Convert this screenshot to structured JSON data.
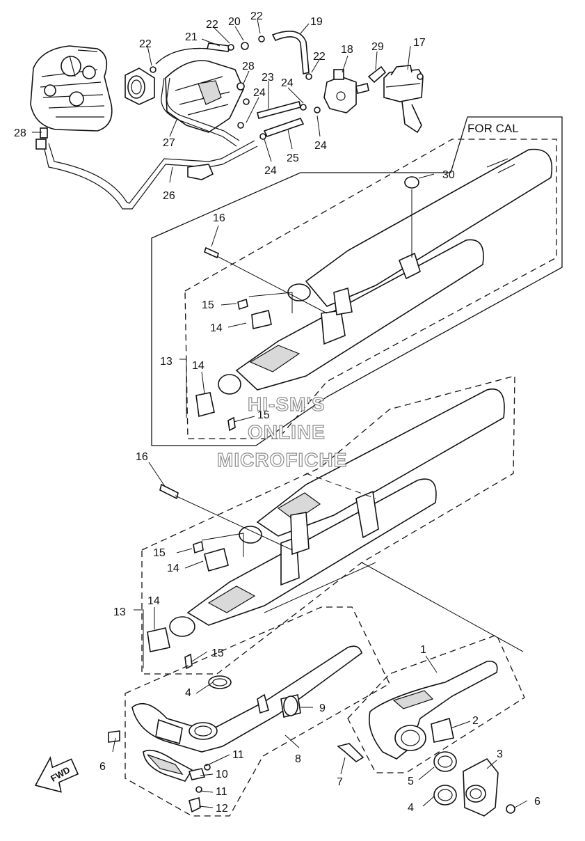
{
  "region_label": "FOR CAL",
  "watermark": [
    "HI-SM'S",
    "ONLINE",
    "MICROFICHE"
  ],
  "direction_arrow": "FWD",
  "callouts": {
    "c1": "1",
    "c2": "2",
    "c3": "3",
    "c4a": "4",
    "c4b": "4",
    "c5": "5",
    "c6a": "6",
    "c6b": "6",
    "c7": "7",
    "c8": "8",
    "c9": "9",
    "c10": "10",
    "c11a": "11",
    "c11b": "11",
    "c12": "12",
    "c13a": "13",
    "c13b": "13",
    "c14a": "14",
    "c14b": "14",
    "c14c": "14",
    "c14d": "14",
    "c15a": "15",
    "c15b": "15",
    "c15c": "15",
    "c15d": "15",
    "c16a": "16",
    "c16b": "16",
    "c17": "17",
    "c18": "18",
    "c19": "19",
    "c20": "20",
    "c21": "21",
    "c22a": "22",
    "c22b": "22",
    "c22c": "22",
    "c22d": "22",
    "c23": "23",
    "c24a": "24",
    "c24b": "24",
    "c24c": "24",
    "c24d": "24",
    "c25": "25",
    "c26": "26",
    "c27": "27",
    "c28a": "28",
    "c28b": "28",
    "c29": "29",
    "c30": "30"
  }
}
